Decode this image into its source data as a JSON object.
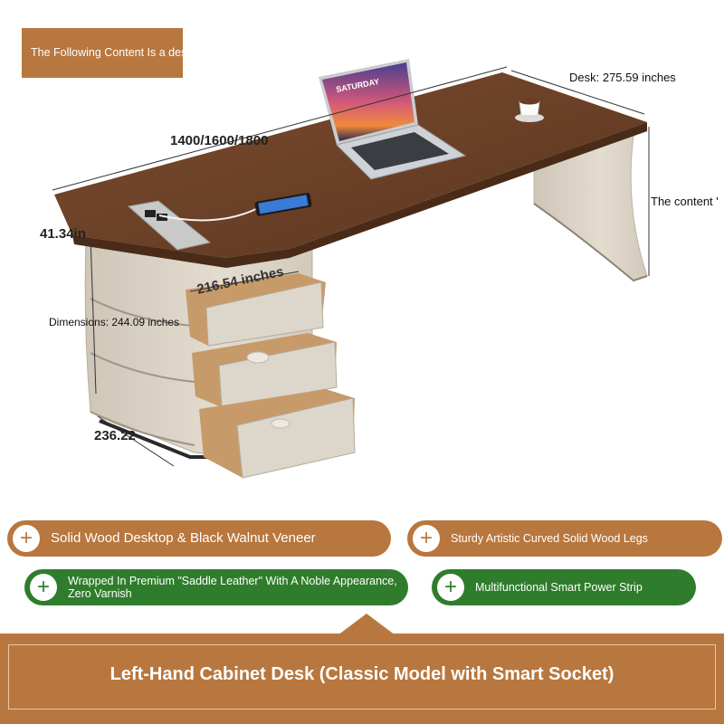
{
  "banner": {
    "text": "The Following Content Is a description of a Desk. Please Translate It Into English, Ensuring the Accuracy of Key Terms and"
  },
  "dimensions": {
    "width_options": "1400/1600/1800",
    "desk_length": "Desk: 275.59 inches",
    "height": "41.34in",
    "content_label": "The content '",
    "cabinet_width": "216.54 inches",
    "dimensions_label": "Dimensions: 244.09 inches",
    "cabinet_depth": "236.22"
  },
  "laptop_screen": {
    "day": "SATURDAY"
  },
  "features": [
    {
      "label": "Solid Wood Desktop & Black Walnut Veneer",
      "color": "brown"
    },
    {
      "label": "Sturdy Artistic Curved Solid Wood Legs",
      "color": "brown"
    },
    {
      "label": "Wrapped In Premium \"Saddle Leather\" With A Noble Appearance, Zero Varnish",
      "color": "green"
    },
    {
      "label": "Multifunctional Smart Power Strip",
      "color": "green"
    }
  ],
  "footer": {
    "title": "Left-Hand Cabinet Desk (Classic Model with Smart Socket)"
  },
  "colors": {
    "brand_brown": "#b8773e",
    "feature_green": "#2f7d2c",
    "walnut": "#6b4127",
    "leather": "#d8d0c4"
  }
}
